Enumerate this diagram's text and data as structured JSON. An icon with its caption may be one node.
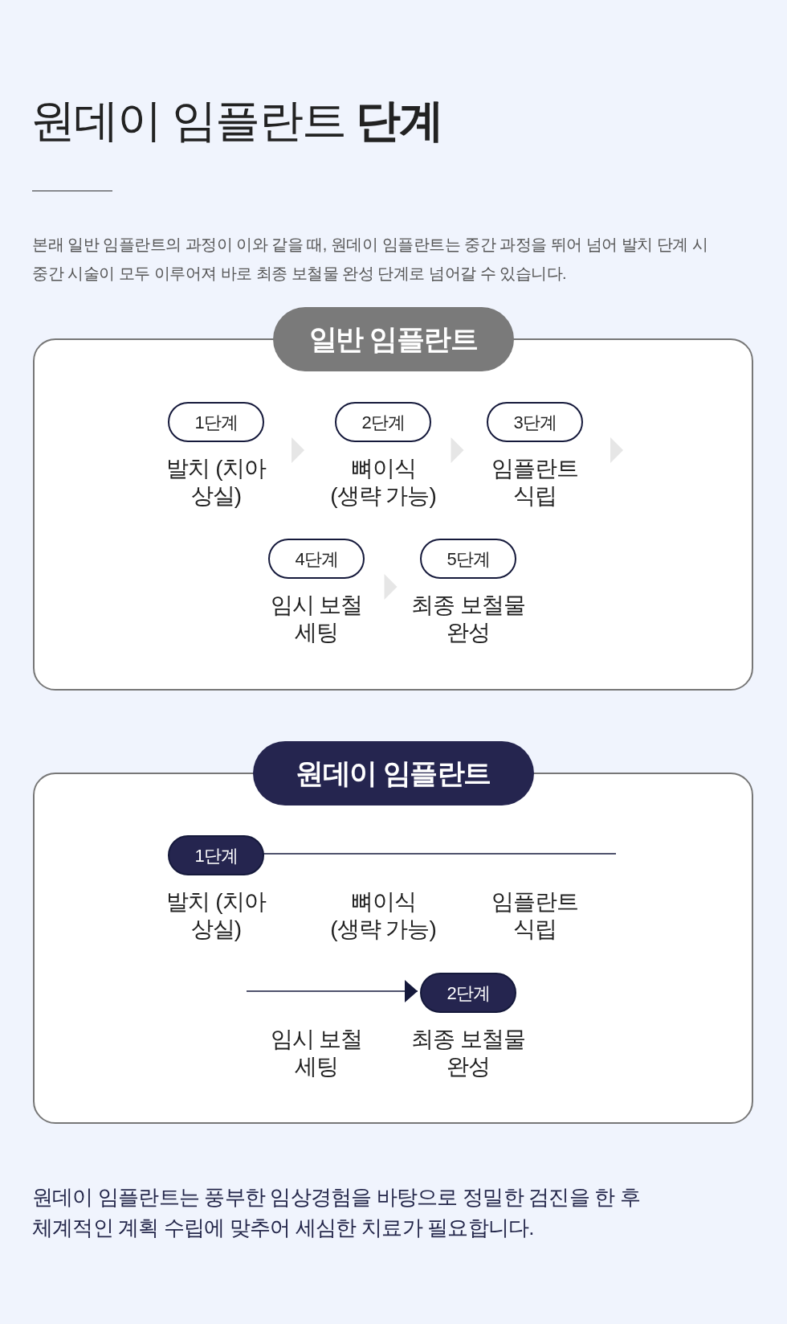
{
  "diagram": {
    "title": "원데이 임플란트 **단계**",
    "nodes": [
      {
        "text": [
          "일반 임플란트"
        ]
      },
      {
        "text": [
          "1단계"
        ],
        "beside": [
          "발치 (치아 상실)"
        ],
        "in": 0
      },
      {
        "text": [
          "2단계"
        ],
        "beside": [
          "뼈이식 (생략 가능)"
        ],
        "in": 0
      },
      {
        "text": [
          "3단계"
        ],
        "beside": [
          "임플란트 식립"
        ],
        "in": 0
      },
      {
        "text": [
          "4단계"
        ],
        "beside": [
          "임시 보철 세팅"
        ],
        "in": 0
      },
      {
        "text": [
          "5단계"
        ],
        "beside": [
          "최종 보철물 완성"
        ],
        "in": 0
      },
      {
        "text": [
          "원데이 임플란트"
        ]
      },
      {
        "text": [
          "1단계"
        ],
        "beside": [
          "발치 (치아 상실)"
        ],
        "in": 6
      },
      {
        "text": [
          "2단계"
        ],
        "beside": [
          "최종 보철물 완성"
        ],
        "in": 6
      }
    ],
    "edges": [
      {
        "from": 1,
        "to": 2,
        "arrow": "to"
      },
      {
        "from": 2,
        "to": 3,
        "arrow": "to"
      },
      {
        "from": 3,
        "to": null,
        "arrow": "to"
      },
      {
        "from": 4,
        "to": 5,
        "arrow": "to"
      },
      {
        "from": 7,
        "to": null,
        "arrow": "none"
      },
      {
        "from": null,
        "to": 8,
        "arrow": "to"
      }
    ],
    "labels": [
      "본래 일반 임플란트의 과정이 이와 같을 때, 원데이 임플란트는 중간 과정을 뛰어 넘어 발치 단계 시 중간 시술이 모두 이루어져 바로 최종 보철물 완성 단계로 넘어갈 수 있습니다.",
      "뼈이식 (생략 가능)",
      "임플란트 식립",
      "임시 보철 세팅",
      "원데이 임플란트는 풍부한 임상경험을 바탕으로 정밀한 검진을 한 후 체계적인 계획 수립에 맞추어 세심한 치료가 필요합니다."
    ]
  }
}
